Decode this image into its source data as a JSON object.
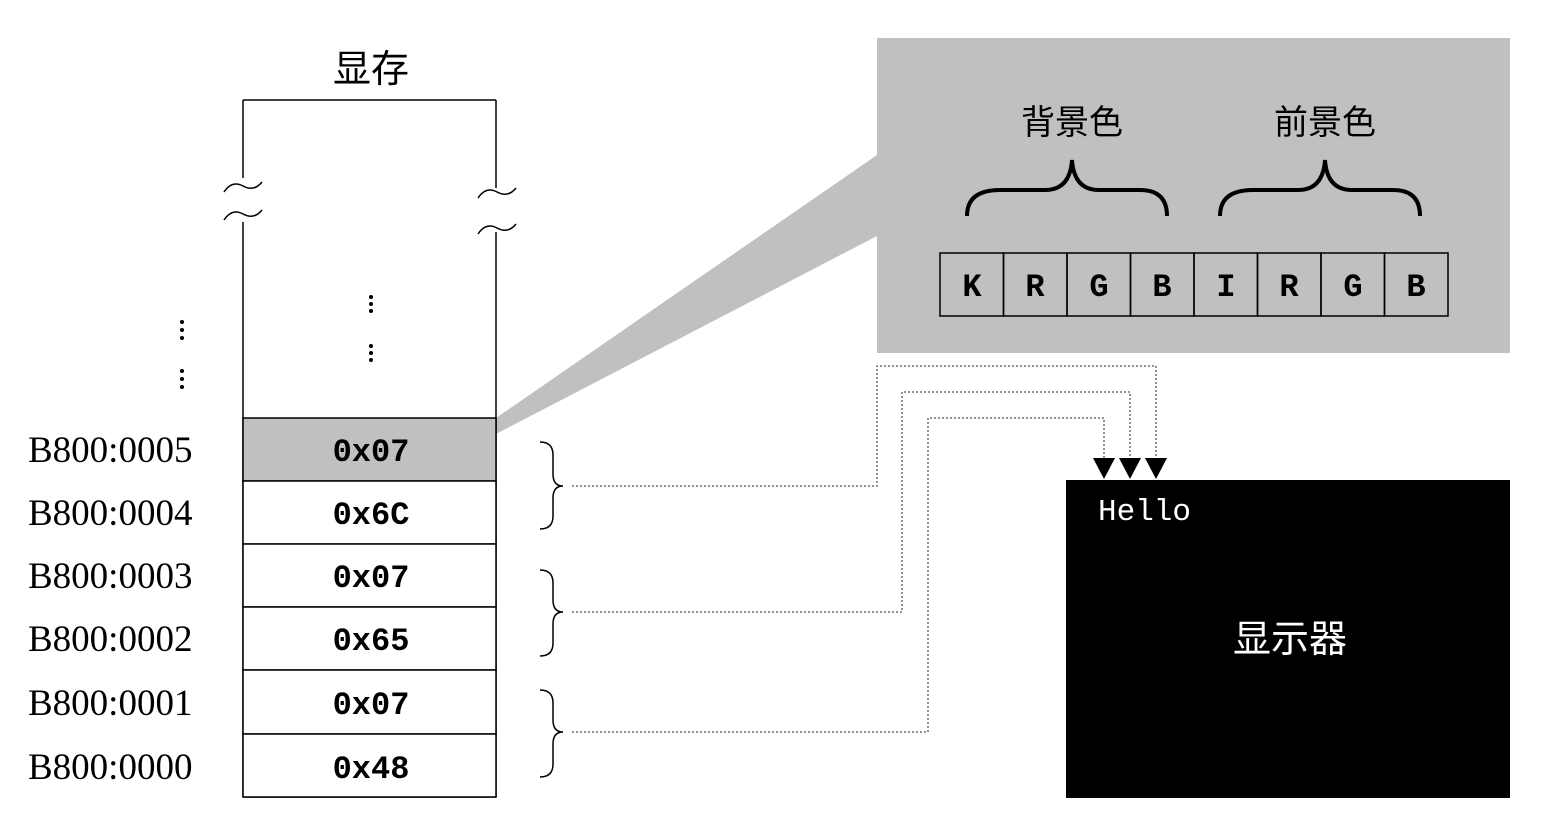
{
  "memory": {
    "title": "显存",
    "cells": [
      {
        "address": "B800:0005",
        "value": "0x07"
      },
      {
        "address": "B800:0004",
        "value": "0x6C"
      },
      {
        "address": "B800:0003",
        "value": "0x07"
      },
      {
        "address": "B800:0002",
        "value": "0x65"
      },
      {
        "address": "B800:0001",
        "value": "0x07"
      },
      {
        "address": "B800:0000",
        "value": "0x48"
      }
    ],
    "highlight_index": 0
  },
  "attribute": {
    "background_label": "背景色",
    "foreground_label": "前景色",
    "bits": [
      "K",
      "R",
      "G",
      "B",
      "I",
      "R",
      "G",
      "B"
    ]
  },
  "display": {
    "label": "显示器",
    "text": "Hello"
  },
  "colors": {
    "panel": "#c0c0c0",
    "highlight_cell": "#c0c0c0",
    "screen": "#000000",
    "screen_text": "#ffffff",
    "line": "#000000"
  }
}
